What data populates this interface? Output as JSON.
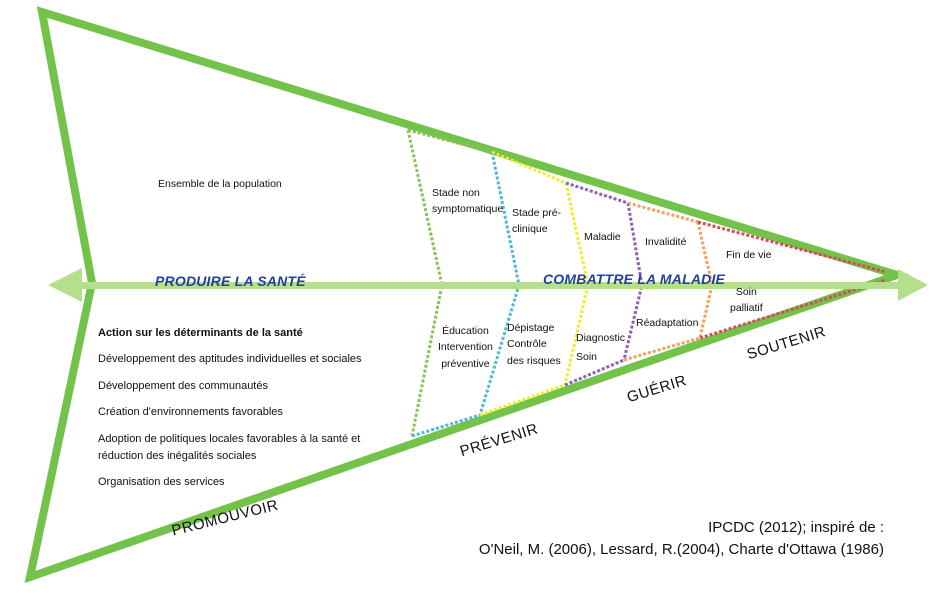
{
  "colors": {
    "outline_green": "#73c24a",
    "arrow_green": "#b6df8c",
    "label_blue": "#2040a0",
    "stage_green": "#8cc05a",
    "stage_blue": "#52b6d6",
    "stage_yellow": "#eeee2a",
    "stage_purple": "#8a62b6",
    "stage_orange": "#f2a060",
    "stage_red": "#d84a5a"
  },
  "population_label": "Ensemble de la population",
  "axis": {
    "left_label": "PRODUIRE LA SANTÉ",
    "right_label": "COMBATTRE LA MALADIE"
  },
  "determinants": {
    "heading": "Action sur les déterminants de la santé",
    "items": [
      "Développement des aptitudes individuelles  et sociales",
      "Développement des communautés",
      "Création d'environnements  favorables",
      "Adoption de politiques  locales favorables à la santé et",
      "réduction des inégalités sociales",
      "Organisation des services"
    ]
  },
  "stages_upper": {
    "s1": [
      "Stade non",
      "symptomatique"
    ],
    "s2": [
      "Stade pré-",
      "clinique"
    ],
    "s3": [
      "Maladie"
    ],
    "s4": [
      "Invalidité"
    ],
    "s5": [
      "Fin de vie"
    ]
  },
  "stages_lower": {
    "s1": [
      "Éducation",
      "Intervention",
      "préventive"
    ],
    "s2": [
      "Dépistage",
      "Contrôle",
      "des risques"
    ],
    "s3": [
      "Diagnostic",
      "Soin"
    ],
    "s4": [
      "Réadaptation"
    ],
    "s5": [
      "Soin",
      "palliatif"
    ]
  },
  "edge_labels": {
    "promouvoir": "PROMOUVOIR",
    "prevenir": "PRÉVENIR",
    "guerir": "GUÉRIR",
    "soutenir": "SOUTENIR"
  },
  "credit": {
    "line1": "IPCDC (2012); inspiré de :",
    "line2": "O'Neil, M. (2006), Lessard, R.(2004), Charte d'Ottawa (1986)"
  }
}
